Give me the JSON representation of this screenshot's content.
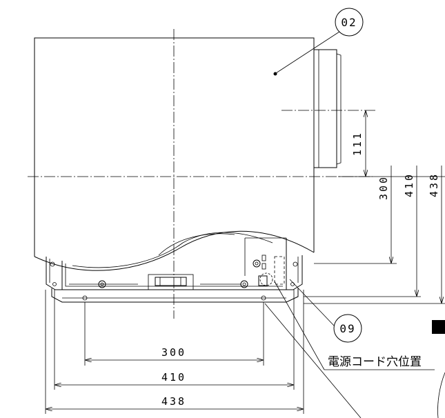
{
  "callouts": {
    "part_02": "02",
    "part_09": "09"
  },
  "labels": {
    "power_cord_hole": "電源コード穴位置"
  },
  "dimensions": {
    "horizontal": {
      "d300": "300",
      "d410": "410",
      "d438": "438"
    },
    "vertical": {
      "d111": "111",
      "d300": "300",
      "d410": "410",
      "d438": "438"
    }
  },
  "colors": {
    "line": "#000000",
    "background": "#ffffff"
  }
}
